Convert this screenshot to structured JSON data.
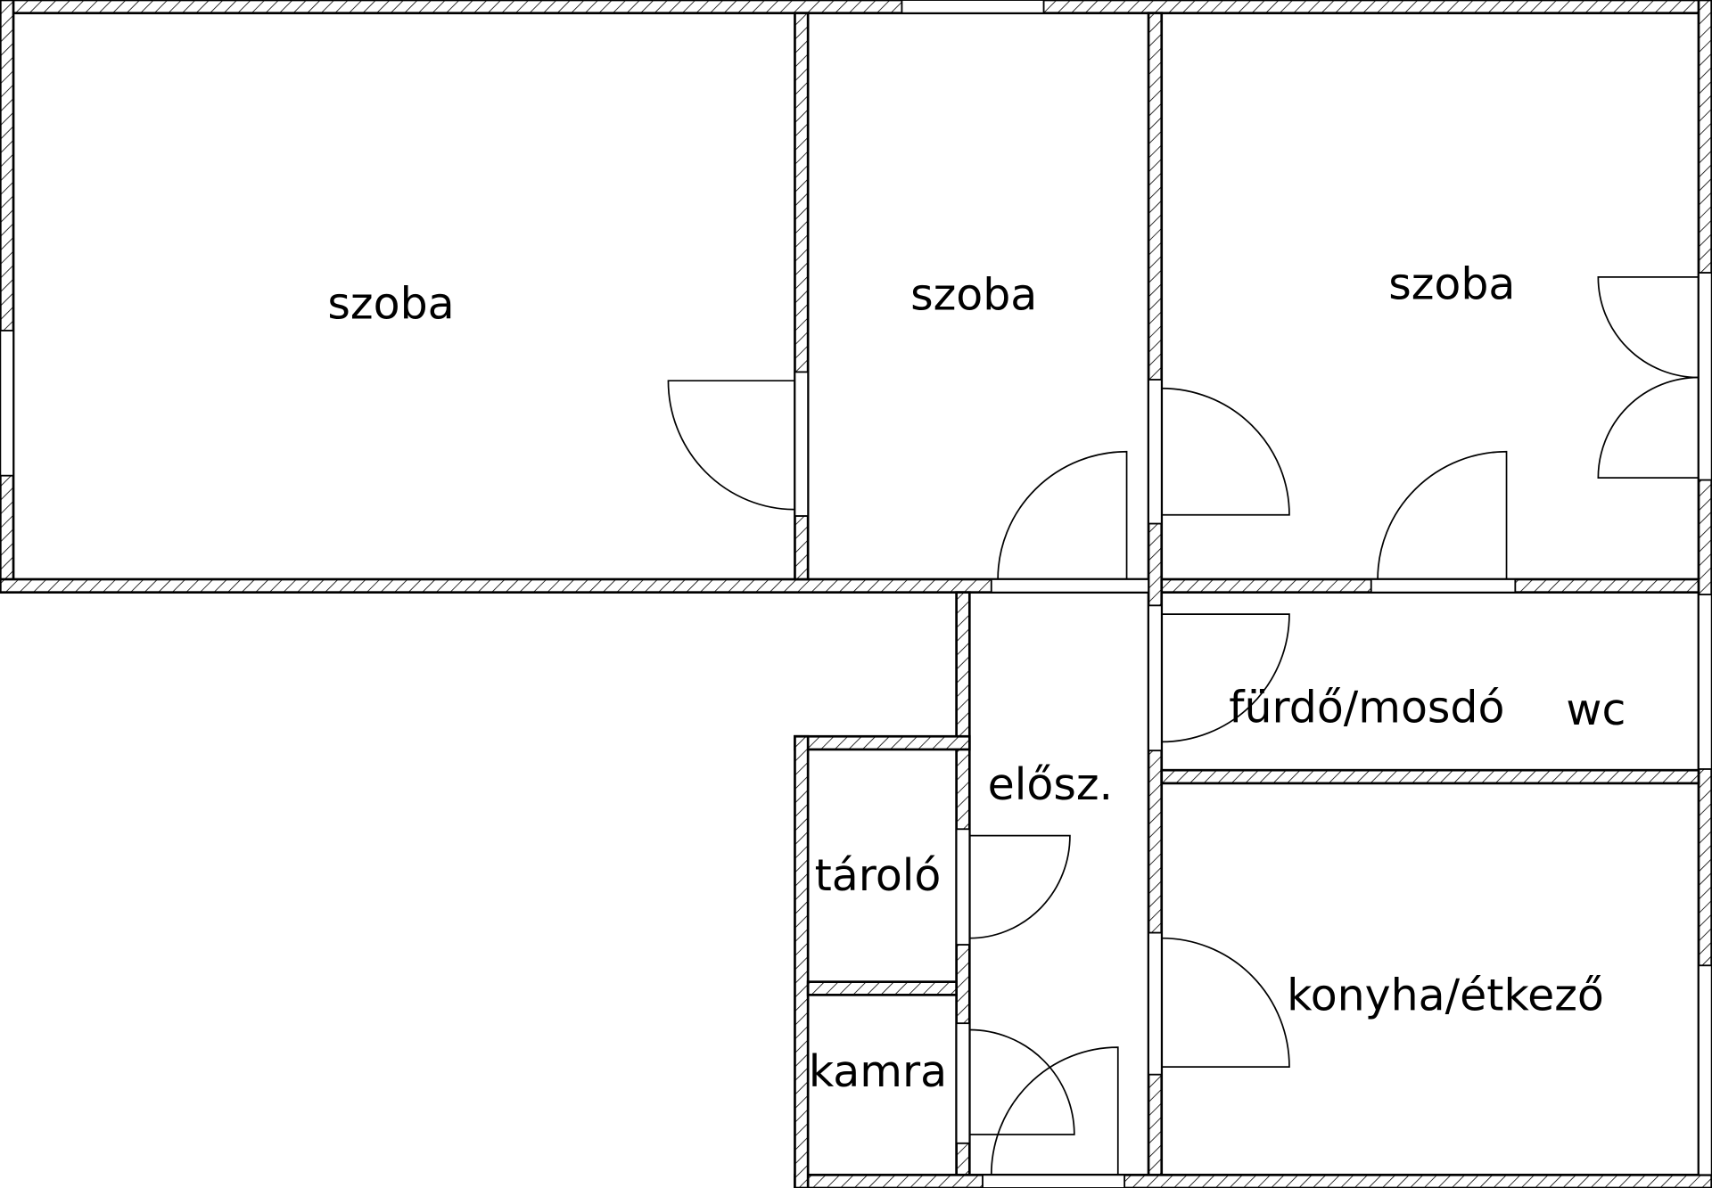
{
  "floor_plan": {
    "rooms": [
      {
        "id": "room-1",
        "label": "szoba"
      },
      {
        "id": "room-2",
        "label": "szoba"
      },
      {
        "id": "room-3",
        "label": "szoba"
      },
      {
        "id": "bathroom",
        "label": "fürdő/mosdó"
      },
      {
        "id": "wc",
        "label": "wc"
      },
      {
        "id": "hallway",
        "label": "elősz."
      },
      {
        "id": "storage",
        "label": "tároló"
      },
      {
        "id": "kitchen",
        "label": "konyha/étkező"
      },
      {
        "id": "pantry",
        "label": "kamra"
      }
    ],
    "colors": {
      "line": "#000000",
      "background": "#ffffff"
    }
  }
}
